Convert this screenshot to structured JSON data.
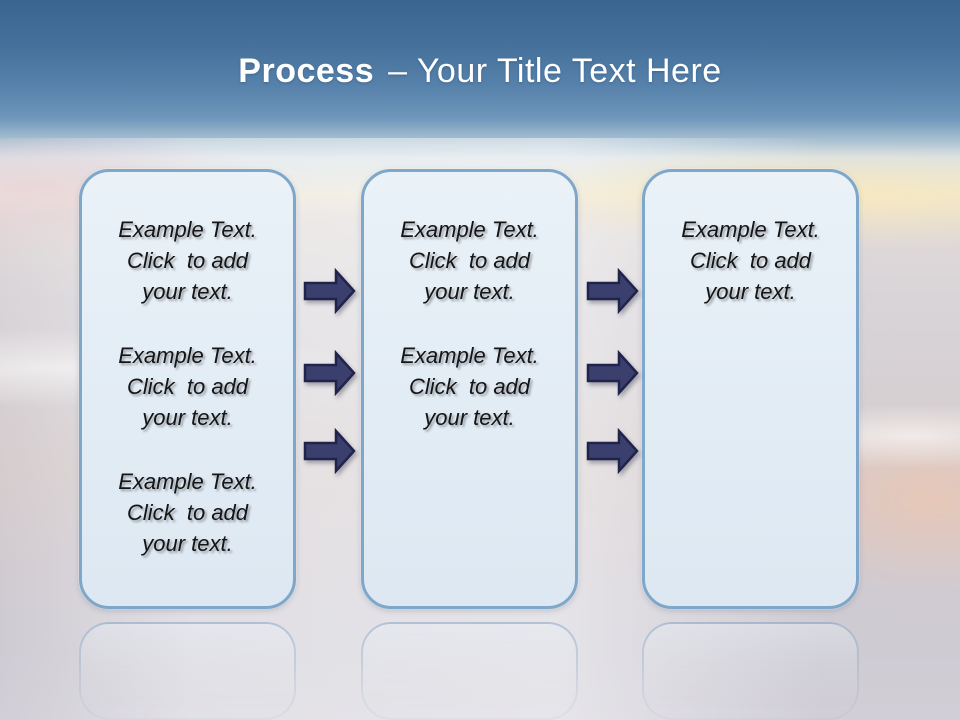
{
  "title": {
    "bold": "Process",
    "rest": "– Your Title Text Here"
  },
  "panels": [
    {
      "name": "process-step-1",
      "paragraphs": [
        "Example Text.\nClick  to add\nyour text.",
        "Example Text.\nClick  to add\nyour text.",
        "Example Text.\nClick  to add\nyour text."
      ]
    },
    {
      "name": "process-step-2",
      "paragraphs": [
        "Example Text.\nClick  to add\nyour text.",
        "Example Text.\nClick  to add\nyour text."
      ]
    },
    {
      "name": "process-step-3",
      "paragraphs": [
        "Example Text.\nClick  to add\nyour text."
      ]
    }
  ],
  "arrows": {
    "icon": "right-block-arrow",
    "between_panels_1_2": 3,
    "between_panels_2_3": 3,
    "direction": "right"
  },
  "colors": {
    "header_blue_top": "#3a6590",
    "header_blue_bottom": "#6f96bb",
    "panel_fill": "#e2ecf5",
    "panel_border": "#7ea7c9",
    "arrow_fill": "#3b3f6e",
    "arrow_border": "#20244a",
    "title_text": "#ffffff",
    "body_text": "#151515",
    "sky_cream": "#f4e8c4",
    "sand_peach": "#f0c8a8"
  }
}
